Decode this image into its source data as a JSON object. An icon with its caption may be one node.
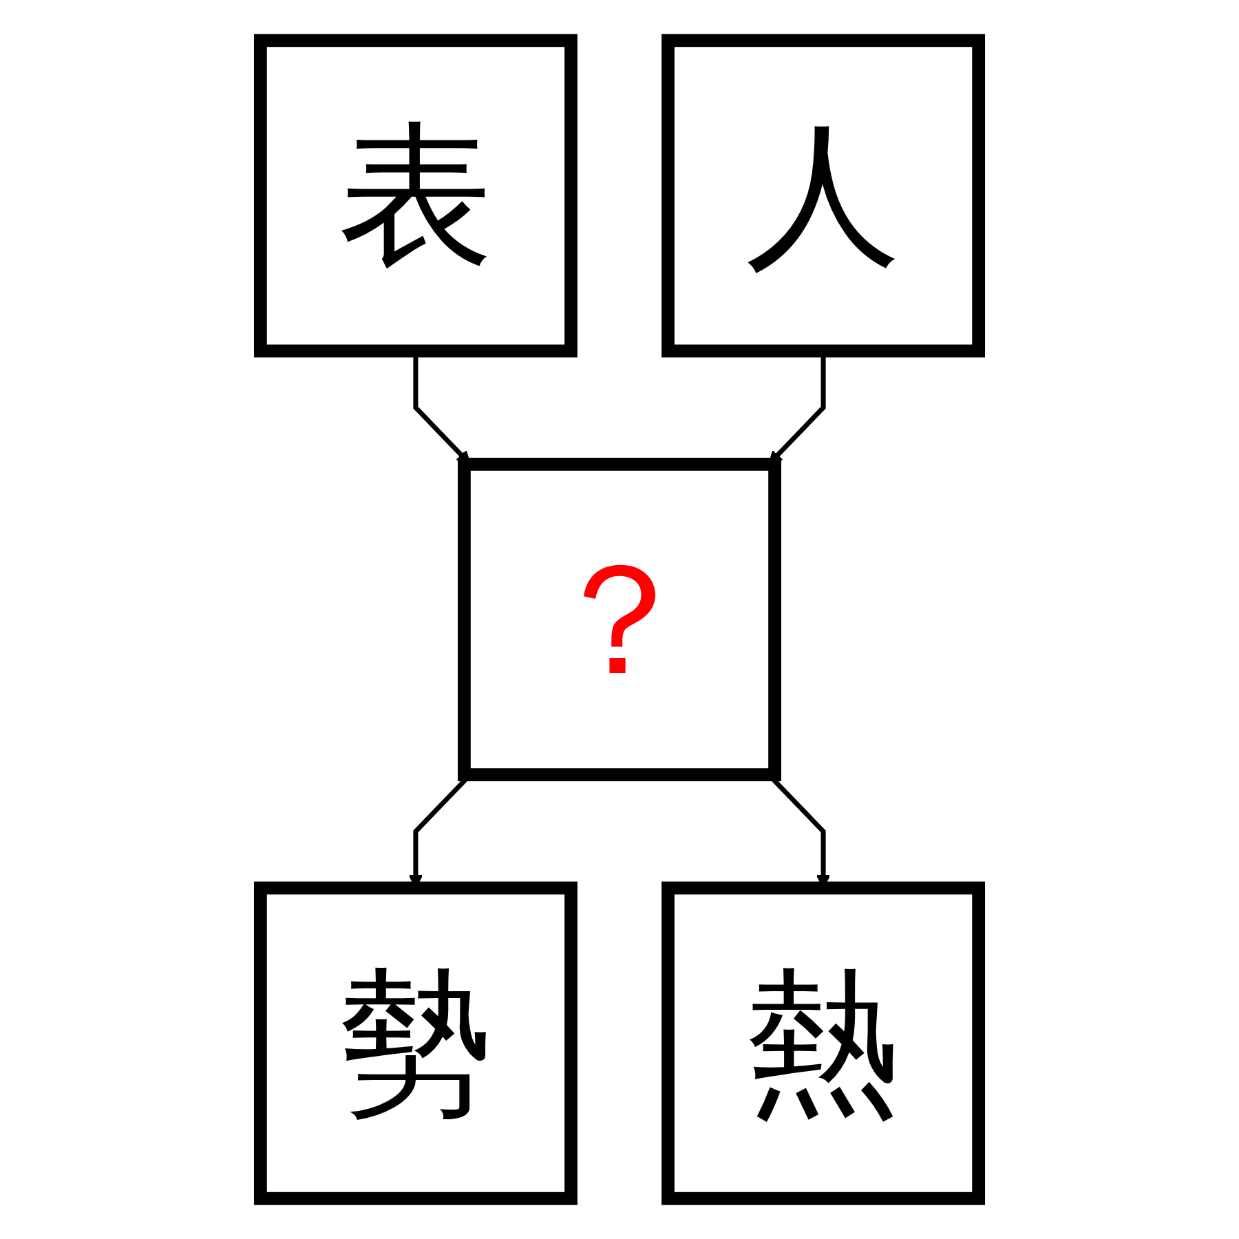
{
  "diagram": {
    "nodes": [
      {
        "text": [
          "表"
        ]
      },
      {
        "text": [
          "人"
        ]
      },
      {
        "text": [
          "？"
        ]
      },
      {
        "text": [
          "勢"
        ]
      },
      {
        "text": [
          "熱"
        ]
      }
    ],
    "edges": [
      {
        "from": 0,
        "to": 2,
        "arrow": "to"
      },
      {
        "from": 1,
        "to": 2,
        "arrow": "to"
      },
      {
        "from": 2,
        "to": 3,
        "arrow": "to"
      },
      {
        "from": 2,
        "to": 4,
        "arrow": "to"
      }
    ]
  }
}
